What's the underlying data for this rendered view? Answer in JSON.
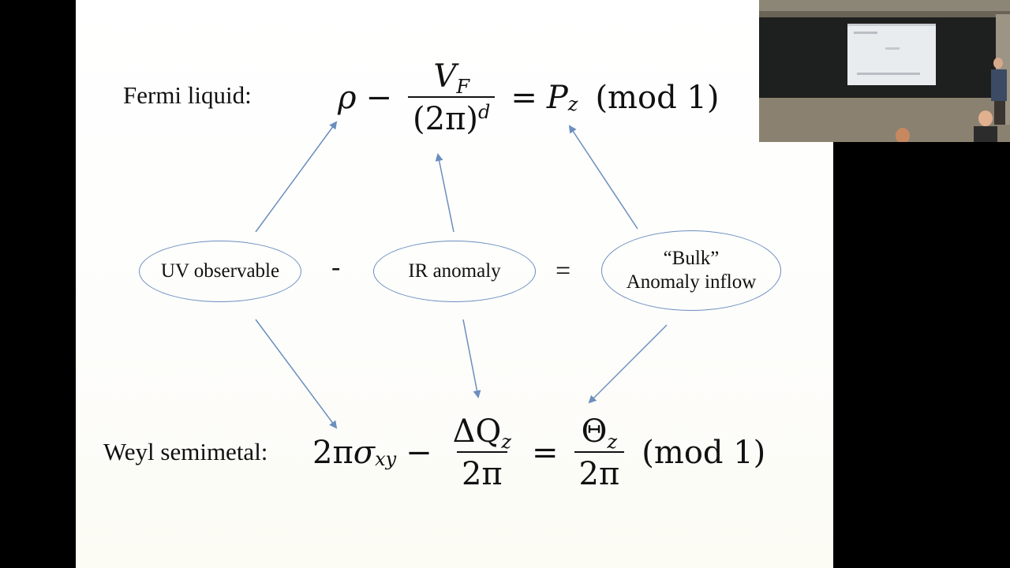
{
  "fermi": {
    "label": "Fermi liquid:",
    "rho": "ρ",
    "minus": "−",
    "num_V": "V",
    "num_V_sub": "F",
    "den_base": "(2π)",
    "den_sup": "d",
    "equals": "=",
    "P": "P",
    "P_sub": "z",
    "mod": "(mod 1)"
  },
  "middle": {
    "uv": "UV observable",
    "minus_sign": "-",
    "ir": "IR anomaly",
    "equals_sign": "=",
    "bulk_line1": "“Bulk”",
    "bulk_line2": "Anomaly inflow"
  },
  "weyl": {
    "label": "Weyl semimetal:",
    "two_pi": "2π",
    "sigma": "σ",
    "sigma_sub": "xy",
    "minus": "−",
    "num_dQ": "ΔQ",
    "num_dQ_sub": "z",
    "den1": "2π",
    "equals": "=",
    "num_theta": "Θ",
    "num_theta_sub": "z",
    "den2": "2π",
    "mod": "(mod 1)"
  },
  "colors": {
    "arrow": "#6c8ebf",
    "ellipse_border": "#6c8ebf",
    "text": "#111111"
  }
}
